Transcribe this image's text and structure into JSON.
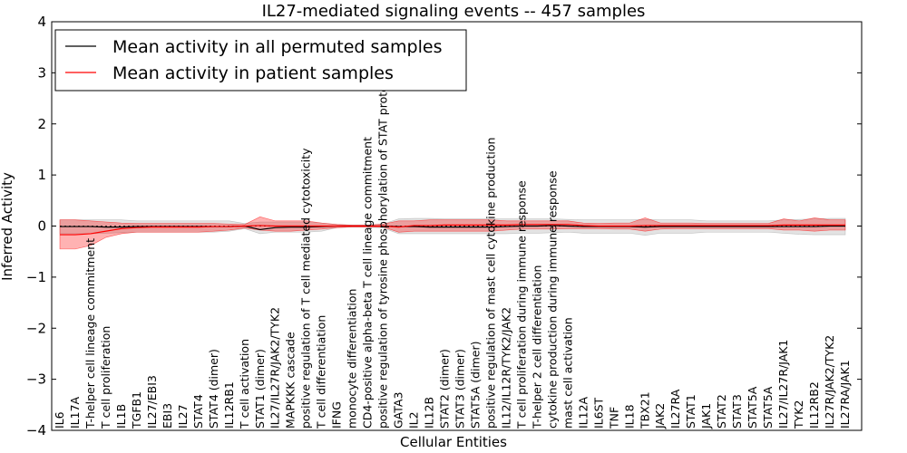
{
  "chart_data": {
    "type": "line",
    "title": "IL27-mediated signaling events -- 457 samples",
    "xlabel": "Cellular Entities",
    "ylabel": "Inferred Activity",
    "ylim": [
      -4,
      4
    ],
    "yticks": [
      4,
      3,
      2,
      1,
      0,
      -1,
      -2,
      -3,
      -4
    ],
    "ytick_labels": [
      "4",
      "3",
      "2",
      "1",
      "0",
      "−1",
      "−2",
      "−3",
      "−4"
    ],
    "grid": false,
    "legend_position": "top-left",
    "categories": [
      "IL6",
      "IL17A",
      "T-helper cell lineage commitment",
      "T cell proliferation",
      "IL1B",
      "TGFB1",
      "IL27/EBI3",
      "EBI3",
      "IL27",
      "STAT4",
      "STAT4 (dimer)",
      "IL12RB1",
      "T cell activation",
      "STAT1 (dimer)",
      "IL27/IL27R/JAK2/TYK2",
      "MAPKKK cascade",
      "positive regulation of T cell mediated cytotoxicity",
      "T cell differentiation",
      "IFNG",
      "monocyte differentiation",
      "CD4-positive alpha-beta T cell lineage commitment",
      "positive regulation of tyrosine phosphorylation of STAT protein",
      "GATA3",
      "IL2",
      "IL12B",
      "STAT2 (dimer)",
      "STAT3 (dimer)",
      "STAT5A (dimer)",
      "positive regulation of mast cell cytokine production",
      "IL12/IL12R/TYK2/JAK2",
      "T cell proliferation during immune response",
      "T-helper 2 cell differentiation",
      "cytokine production during immune response",
      "mast cell activation",
      "IL12A",
      "IL6ST",
      "TNF",
      "IL18",
      "TBX21",
      "JAK2",
      "IL27RA",
      "STAT1",
      "JAK1",
      "STAT2",
      "STAT3",
      "STAT5A",
      "STAT5A",
      "IL27/IL27R/JAK1",
      "TYK2",
      "IL12RB2",
      "IL27R/JAK2/TYK2",
      "IL27RA/JAK1"
    ],
    "series": [
      {
        "name": "Mean activity in all permuted samples",
        "color": "#000000",
        "values": [
          -0.01,
          -0.01,
          -0.01,
          -0.02,
          -0.02,
          -0.01,
          -0.01,
          -0.01,
          -0.01,
          -0.01,
          -0.01,
          -0.01,
          0.0,
          -0.07,
          -0.03,
          -0.02,
          -0.02,
          -0.01,
          0.0,
          0.0,
          0.0,
          0.0,
          -0.01,
          -0.01,
          -0.02,
          -0.02,
          -0.02,
          -0.02,
          -0.02,
          -0.01,
          0.0,
          0.0,
          0.01,
          0.0,
          -0.01,
          -0.01,
          -0.01,
          -0.01,
          -0.02,
          -0.01,
          -0.01,
          -0.01,
          -0.01,
          -0.01,
          -0.01,
          -0.01,
          -0.01,
          -0.01,
          -0.01,
          -0.01,
          0.0,
          0.0
        ],
        "band_low": [
          -0.15,
          -0.15,
          -0.15,
          -0.14,
          -0.13,
          -0.12,
          -0.12,
          -0.12,
          -0.12,
          -0.12,
          -0.12,
          -0.1,
          -0.05,
          -0.15,
          -0.12,
          -0.12,
          -0.12,
          -0.1,
          -0.03,
          -0.02,
          -0.02,
          -0.04,
          -0.15,
          -0.15,
          -0.15,
          -0.15,
          -0.15,
          -0.15,
          -0.15,
          -0.15,
          -0.14,
          -0.14,
          -0.13,
          -0.12,
          -0.14,
          -0.14,
          -0.14,
          -0.14,
          -0.18,
          -0.14,
          -0.14,
          -0.14,
          -0.12,
          -0.12,
          -0.12,
          -0.12,
          -0.12,
          -0.14,
          -0.16,
          -0.17,
          -0.17,
          -0.17
        ],
        "band_high": [
          0.12,
          0.12,
          0.12,
          0.12,
          0.12,
          0.1,
          0.1,
          0.1,
          0.1,
          0.1,
          0.1,
          0.1,
          0.05,
          0.08,
          0.08,
          0.08,
          0.08,
          0.06,
          0.03,
          0.02,
          0.02,
          0.04,
          0.14,
          0.15,
          0.15,
          0.14,
          0.14,
          0.14,
          0.14,
          0.14,
          0.14,
          0.14,
          0.14,
          0.13,
          0.12,
          0.12,
          0.12,
          0.12,
          0.13,
          0.12,
          0.12,
          0.12,
          0.1,
          0.1,
          0.1,
          0.1,
          0.1,
          0.12,
          0.13,
          0.14,
          0.15,
          0.15
        ]
      },
      {
        "name": "Mean activity in patient samples",
        "color": "#ff0000",
        "values": [
          -0.17,
          -0.17,
          -0.15,
          -0.1,
          -0.05,
          -0.03,
          -0.02,
          -0.02,
          -0.02,
          -0.02,
          -0.01,
          -0.01,
          0.0,
          0.01,
          0.0,
          0.0,
          0.0,
          0.0,
          0.0,
          0.0,
          0.0,
          0.0,
          -0.02,
          0.01,
          0.01,
          0.02,
          0.02,
          0.02,
          0.02,
          0.02,
          0.03,
          0.03,
          0.03,
          0.03,
          0.01,
          0.0,
          0.0,
          0.0,
          0.01,
          0.01,
          0.01,
          0.01,
          0.01,
          0.01,
          0.01,
          0.01,
          0.01,
          0.02,
          0.02,
          0.02,
          0.02,
          0.02
        ],
        "band_low": [
          -0.45,
          -0.45,
          -0.38,
          -0.22,
          -0.15,
          -0.12,
          -0.12,
          -0.12,
          -0.12,
          -0.12,
          -0.1,
          -0.08,
          -0.04,
          -0.08,
          -0.1,
          -0.1,
          -0.08,
          -0.06,
          -0.03,
          -0.02,
          -0.02,
          -0.02,
          -0.12,
          -0.1,
          -0.1,
          -0.1,
          -0.1,
          -0.1,
          -0.1,
          -0.08,
          -0.06,
          -0.06,
          -0.06,
          -0.05,
          -0.05,
          -0.05,
          -0.06,
          -0.06,
          -0.1,
          -0.06,
          -0.05,
          -0.05,
          -0.05,
          -0.05,
          -0.05,
          -0.05,
          -0.05,
          -0.08,
          -0.08,
          -0.1,
          -0.08,
          -0.08
        ],
        "band_high": [
          0.12,
          0.12,
          0.1,
          0.08,
          0.06,
          0.05,
          0.05,
          0.05,
          0.05,
          0.05,
          0.05,
          0.04,
          0.03,
          0.18,
          0.1,
          0.1,
          0.1,
          0.06,
          0.03,
          0.02,
          0.02,
          0.04,
          0.1,
          0.1,
          0.12,
          0.12,
          0.12,
          0.12,
          0.12,
          0.1,
          0.1,
          0.1,
          0.1,
          0.1,
          0.06,
          0.05,
          0.06,
          0.06,
          0.16,
          0.06,
          0.06,
          0.06,
          0.05,
          0.05,
          0.05,
          0.05,
          0.05,
          0.14,
          0.1,
          0.16,
          0.12,
          0.12
        ]
      }
    ]
  }
}
